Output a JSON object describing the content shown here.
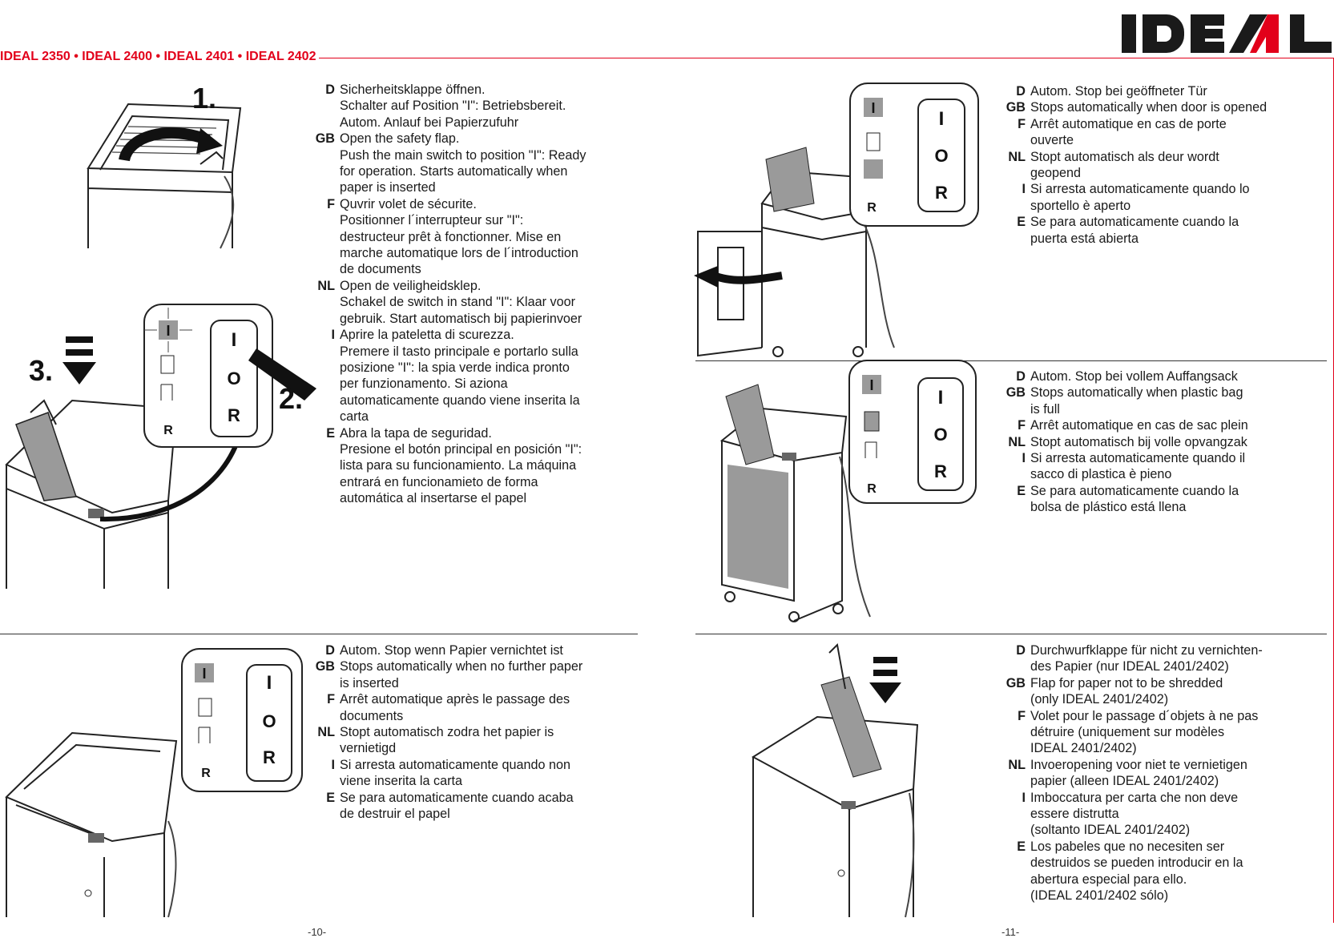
{
  "header": {
    "title": "IDEAL 2350 • IDEAL 2400 • IDEAL 2401 • IDEAL 2402"
  },
  "brand": {
    "name": "IDEAL",
    "color": "#1a1a1a",
    "accent": "#e2001a"
  },
  "figures": {
    "step1": "1.",
    "step2": "2.",
    "step3": "3.",
    "panel": {
      "i": "I",
      "o": "O",
      "r": "R",
      "r_small": "R"
    }
  },
  "left_page": {
    "block1": [
      {
        "lang": "D",
        "text": "Sicherheitsklappe öffnen.\nSchalter auf Position \"I\": Betriebsbereit.\nAutom. Anlauf bei Papierzufuhr"
      },
      {
        "lang": "GB",
        "text": "Open the safety flap.\nPush the main switch to position \"I\": Ready\nfor operation. Starts automatically when\npaper is inserted"
      },
      {
        "lang": "F",
        "text": "Quvrir volet de sécurite.\nPositionner l´interrupteur sur \"I\":\ndestructeur prêt à fonctionner. Mise en\nmarche automatique lors de l´introduction\nde documents"
      },
      {
        "lang": "NL",
        "text": "Open de veiligheidsklep.\nSchakel de switch in stand \"I\": Klaar voor\ngebruik. Start automatisch bij papierinvoer"
      },
      {
        "lang": "I",
        "text": "Aprire la pateletta di scurezza.\nPremere il tasto principale e portarlo sulla\nposizione \"I\": la spia verde indica pronto\nper funzionamento. Si aziona\nautomaticamente quando viene inserita la\ncarta"
      },
      {
        "lang": "E",
        "text": "Abra la tapa de seguridad.\nPresione el botón principal en posición \"I\":\nlista para su funcionamiento. La máquina\nentrará en funcionamieto de forma\nautomática al insertarse el papel"
      }
    ],
    "block2": [
      {
        "lang": "D",
        "text": "Autom. Stop wenn Papier vernichtet ist"
      },
      {
        "lang": "GB",
        "text": "Stops automatically when no further paper\nis inserted"
      },
      {
        "lang": "F",
        "text": "Arrêt automatique après le passage des\ndocuments"
      },
      {
        "lang": "NL",
        "text": "Stopt automatisch zodra het papier is\nvernietigd"
      },
      {
        "lang": "I",
        "text": "Si arresta automaticamente quando non\nviene inserita la carta"
      },
      {
        "lang": "E",
        "text": "Se para automaticamente cuando acaba\nde destruir el papel"
      }
    ],
    "page_number": "-10-"
  },
  "right_page": {
    "block1": [
      {
        "lang": "D",
        "text": "Autom. Stop bei geöffneter Tür"
      },
      {
        "lang": "GB",
        "text": "Stops automatically when door is opened"
      },
      {
        "lang": "F",
        "text": "Arrêt automatique en cas de porte\nouverte"
      },
      {
        "lang": "NL",
        "text": "Stopt automatisch als deur wordt\ngeopend"
      },
      {
        "lang": "I",
        "text": "Si arresta automaticamente quando lo\nsportello è aperto"
      },
      {
        "lang": "E",
        "text": "Se para automaticamente cuando la\npuerta está abierta"
      }
    ],
    "block2": [
      {
        "lang": "D",
        "text": "Autom. Stop bei vollem Auffangsack"
      },
      {
        "lang": "GB",
        "text": "Stops automatically when plastic bag\nis full"
      },
      {
        "lang": "F",
        "text": "Arrêt automatique en cas de sac plein"
      },
      {
        "lang": "NL",
        "text": "Stopt automatisch bij volle opvangzak"
      },
      {
        "lang": "I",
        "text": "Si arresta automaticamente quando il\nsacco di plastica è pieno"
      },
      {
        "lang": "E",
        "text": "Se para automaticamente cuando la\nbolsa de plástico está llena"
      }
    ],
    "block3": [
      {
        "lang": "D",
        "text": "Durchwurfklappe für nicht zu vernichten-\ndes Papier (nur IDEAL 2401/2402)"
      },
      {
        "lang": "GB",
        "text": "Flap for paper not to be shredded\n(only IDEAL 2401/2402)"
      },
      {
        "lang": "F",
        "text": "Volet pour le passage d´objets à ne pas\ndétruire (uniquement sur modèles\nIDEAL 2401/2402)"
      },
      {
        "lang": "NL",
        "text": "Invoeropening voor niet te vernietigen\npapier (alleen IDEAL 2401/2402)"
      },
      {
        "lang": "I",
        "text": "Imboccatura per carta che non deve\nessere distrutta\n(soltanto IDEAL 2401/2402)"
      },
      {
        "lang": "E",
        "text": "Los pabeles que no necesiten ser\ndestruidos se pueden introducir en la\nabertura especial para ello.\n(IDEAL 2401/2402 sólo)"
      }
    ],
    "page_number": "-11-"
  }
}
